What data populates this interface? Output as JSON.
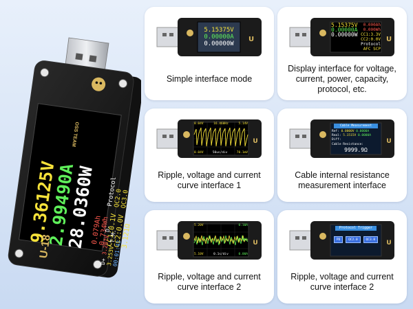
{
  "device": {
    "brand": "OSS TEAM",
    "model": "U-18",
    "readings": {
      "voltage": "9.36125V",
      "current": "2.99490A",
      "power": "28.0360W",
      "capacity": "0.079Ah",
      "energy": "0.734Wh",
      "cc1": "CC1:0.1V",
      "cc2": "CC2:0.0V",
      "resistance": "3.121Ω",
      "protocol_label": "Protocol",
      "qc2": "QC2.0",
      "qc3": "QC3.0",
      "d_plus_label": "D+",
      "d_plus_value": "3.207V",
      "d_minus_label": "D-",
      "d_minus_value": "3.253V",
      "time": "00:01:42",
      "time_label": "T.M."
    }
  },
  "cards": [
    {
      "caption": "Simple interface mode",
      "screen": {
        "voltage": "5.15375V",
        "current": "0.00000A",
        "power": "0.00000W"
      }
    },
    {
      "caption": "Display interface for voltage, current, power, capacity, protocol, etc.",
      "screen": {
        "voltage": "5.15375V",
        "current": "0.00000A",
        "power": "0.00000W",
        "ah": "0.000Ah",
        "wh": "0.000Wh",
        "cc1": "CC1:3.3V",
        "cc2": "CC2:0.0V",
        "protocol": "Protocol",
        "p1": "AFC",
        "p2": "SCP"
      }
    },
    {
      "caption": "Ripple, voltage and current curve interface 1",
      "screen": {
        "top_left": "0.04V",
        "top_mid": "16.460Hz",
        "top_right": "5.14V",
        "bottom_left": "0.04V",
        "bottom_mid": "50us/div",
        "bottom_right": "70.1mV"
      }
    },
    {
      "caption": "Cable internal resistance measurement interface",
      "screen": {
        "title": "Cable Measurement",
        "ref_label": "Ref:",
        "ref_v": "0.0000V",
        "ref_a": "0.0000A",
        "real_label": "Real:",
        "real_v": "5.1515V",
        "real_a": "0.0000A",
        "diff_label": "Diff:",
        "res_label": "Cable Resistance:",
        "res_value": "9999.9Ω"
      }
    },
    {
      "caption": "Ripple, voltage and current curve interface 2",
      "screen": {
        "top_left": "5.20V",
        "top_right": "0.10A",
        "mid_left": "5.10V",
        "mid_right": "0.00A",
        "bottom_left": "5.10V",
        "bottom_mid": "0.1s/div",
        "bottom_right": "0.00A"
      }
    },
    {
      "caption": "Ripple, voltage and current curve interface 2",
      "screen": {
        "title": "Protocol Trigger",
        "btn1": "PD",
        "btn2": "QC2.0",
        "btn3": "QC3.0"
      }
    }
  ],
  "colors": {
    "yellow": "#f6e23a",
    "green": "#5ff05a",
    "white": "#ffffff",
    "red": "#ff5a4e",
    "blue_screen": "#2b53a8",
    "body": "#1b1b1b"
  }
}
